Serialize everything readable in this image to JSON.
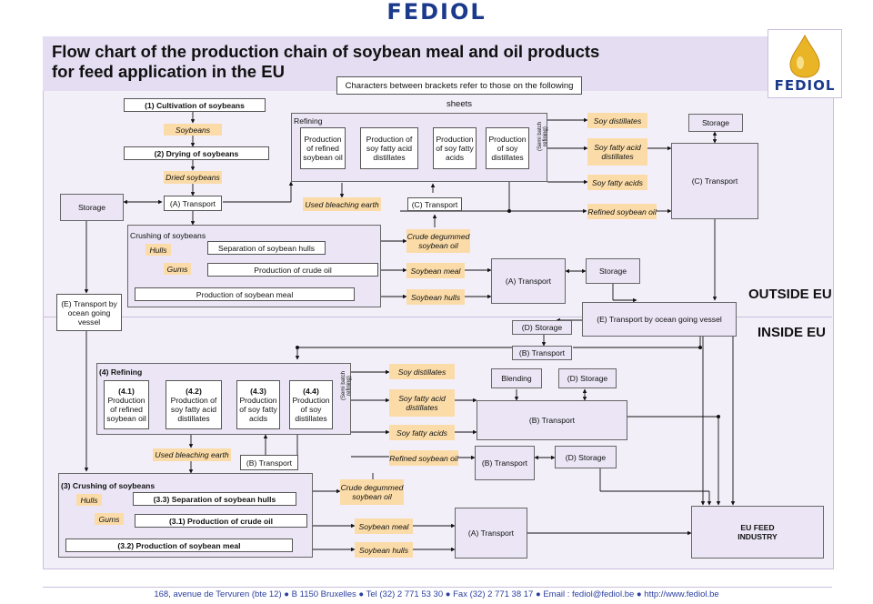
{
  "brand": "FEDIOL",
  "title_line1": "Flow chart of the production chain of soybean meal and oil products",
  "title_line2": "for feed application in the EU",
  "logo_text": "FEDIOL",
  "note": "Characters between brackets refer to those on the following sheets",
  "zones": {
    "outside": "OUTSIDE EU",
    "inside": "INSIDE EU"
  },
  "outside": {
    "cultivation": "(1) Cultivation of soybeans",
    "soybeans": "Soybeans",
    "drying": "(2) Drying of soybeans",
    "dried_soybeans": "Dried soybeans",
    "storage_left": "Storage",
    "transport_a_left": "(A) Transport",
    "refining_label": "Refining",
    "ref1": "Production of refined soybean oil",
    "ref2": "Production of soy fatty acid distillates",
    "ref3": "Production of soy fatty acids",
    "ref4": "Production of soy distillates",
    "semi_batch": "(Semi batch refining)",
    "soy_distillates": "Soy distillates",
    "soy_fatty_acid_distillates": "Soy fatty acid distillates",
    "soy_fatty_acids": "Soy fatty acids",
    "refined_soybean_oil": "Refined soybean oil",
    "storage_right": "Storage",
    "transport_c_right": "(C) Transport",
    "used_bleaching_earth": "Used bleaching earth",
    "transport_c_mid": "(C) Transport",
    "crushing_label": "Crushing of soybeans",
    "hulls": "Hulls",
    "gums": "Gums",
    "sep_hulls": "Separation of soybean hulls",
    "crude_oil": "Production of crude oil",
    "soybean_meal_prod": "Production of soybean meal",
    "crude_degummed": "Crude degummed soybean oil",
    "soybean_meal": "Soybean meal",
    "soybean_hulls": "Soybean hulls",
    "transport_a_mid": "(A) Transport",
    "storage_mid": "Storage",
    "transport_e_left": "(E) Transport by ocean going vessel",
    "transport_e_right": "(E) Transport by ocean going vessel"
  },
  "inside": {
    "storage_d1": "(D) Storage",
    "transport_b1": "(B) Transport",
    "refining_label": "(4) Refining",
    "r41": "(4.1) Production of refined soybean oil",
    "r41_code": "(4.1)",
    "r41_text": "Production of refined soybean oil",
    "r42_code": "(4.2)",
    "r42_text": "Production of soy fatty acid distillates",
    "r43_code": "(4.3)",
    "r43_text": "Production of soy fatty acids",
    "r44_code": "(4.4)",
    "r44_text": "Production of soy distillates",
    "semi_batch": "(Semi batch refining)",
    "soy_distillates": "Soy distillates",
    "soy_fatty_acid_distillates": "Soy fatty acid distillates",
    "soy_fatty_acids": "Soy fatty acids",
    "blending": "Blending",
    "storage_d2": "(D) Storage",
    "transport_b2": "(B) Transport",
    "used_bleaching_earth": "Used bleaching earth",
    "transport_b3": "(B) Transport",
    "refined_soybean_oil": "Refined soybean oil",
    "transport_b4": "(B) Transport",
    "storage_d3": "(D) Storage",
    "crushing_label": "(3) Crushing of soybeans",
    "hulls": "Hulls",
    "gums": "Gums",
    "sep_hulls": "(3.3) Separation of soybean hulls",
    "crude_oil": "(3.1) Production of crude oil",
    "soybean_meal_prod": "(3.2) Production of soybean meal",
    "crude_degummed": "Crude degummed soybean oil",
    "soybean_meal": "Soybean meal",
    "soybean_hulls": "Soybean hulls",
    "transport_a": "(A) Transport",
    "eu_feed": "EU FEED INDUSTRY"
  },
  "footer": "168, avenue de Tervuren (bte 12) ● B 1150 Bruxelles ● Tel (32) 2 771 53 30 ● Fax (32) 2 771 38 17 ● Email : fediol@fediol.be ● http://www.fediol.be"
}
